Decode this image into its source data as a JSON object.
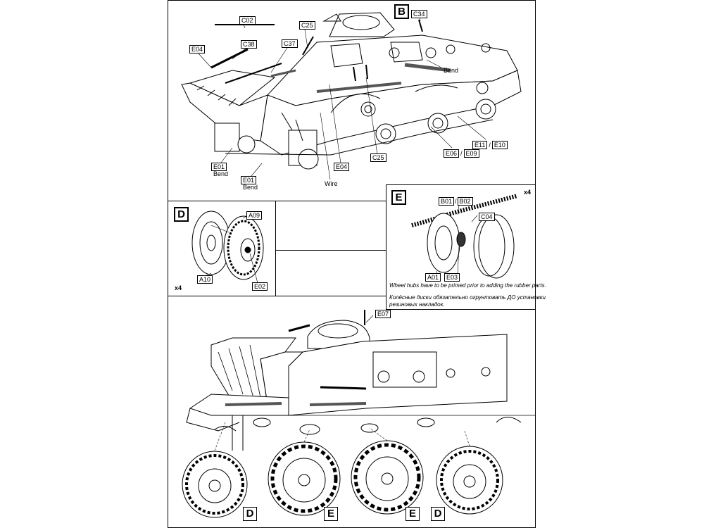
{
  "panels": {
    "b": {
      "letter": "B",
      "labels": {
        "c02": "C02",
        "c38": "C38",
        "e04_top": "E04",
        "c25_top": "C25",
        "c37": "C37",
        "c34": "C34",
        "bend_right": "Bend",
        "e01_a": "E01",
        "bend_a": "Bend",
        "e01_b": "E01",
        "bend_b": "Bend",
        "wire": "Wire",
        "e04_bottom": "E04",
        "c25_bottom": "C25",
        "e06": "E06",
        "slash1": "/",
        "e09": "E09",
        "e11": "E11",
        "slash2": "/",
        "e10": "E10"
      }
    },
    "d": {
      "letter": "D",
      "qty": "x4",
      "labels": {
        "a09": "A09",
        "a10": "A10",
        "e02": "E02"
      }
    },
    "e": {
      "letter": "E",
      "qty": "x4",
      "labels": {
        "b01": "B01",
        "slash": "/",
        "b02": "B02",
        "c04": "C04",
        "a01": "A01",
        "e03": "E03"
      },
      "note_en": "Wheel hubs have to be primed prior to adding the rubber parts.",
      "note_ru": "Колёсные диски обязательно огрунтовать ДО установки резиновых накладок."
    },
    "bottom": {
      "labels": {
        "e07": "E07"
      },
      "wheel_tags": [
        "D",
        "E",
        "E",
        "D"
      ]
    }
  }
}
